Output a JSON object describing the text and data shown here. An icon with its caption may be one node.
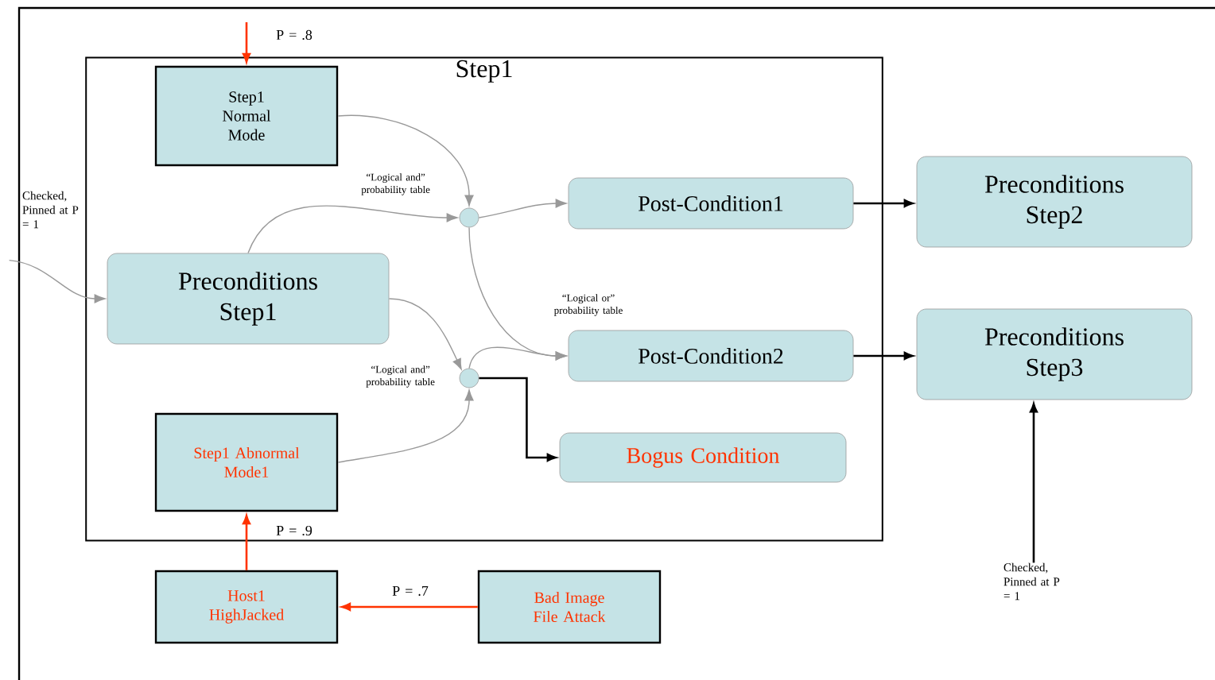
{
  "diagram": {
    "nodes": [
      {
        "text": [
          "Step1"
        ]
      },
      {
        "text": [
          "Step1 Normal Mode"
        ],
        "in": 0
      },
      {
        "text": [
          "Preconditions Step1"
        ],
        "in": 0
      },
      {
        "text": [
          "Step1 Abnormal Mode1"
        ],
        "in": 0
      },
      {
        "text": [],
        "shape": "circle",
        "in": 0,
        "beside": [
          "“Logical and” probability table"
        ]
      },
      {
        "text": [],
        "shape": "circle",
        "in": 0,
        "beside": [
          "“Logical and” probability table"
        ]
      },
      {
        "text": [
          "Post-Condition1"
        ],
        "in": 0
      },
      {
        "text": [
          "Post-Condition2"
        ],
        "in": 0
      },
      {
        "text": [
          "Bogus Condition"
        ],
        "in": 0
      },
      {
        "text": [
          "Preconditions Step2"
        ]
      },
      {
        "text": [
          "Preconditions Step3"
        ]
      },
      {
        "text": [
          "Host1 HighJacked"
        ]
      },
      {
        "text": [
          "Bad Image File Attack"
        ]
      },
      {
        "text": [
          "Checked, Pinned at P = 1"
        ]
      },
      {
        "text": [
          "Checked, Pinned at P = 1"
        ]
      }
    ],
    "edges": [
      {
        "from": null,
        "to": 1,
        "arrow": "to",
        "label": "P = .8",
        "color": "#ff3300"
      },
      {
        "from": 1,
        "to": 4,
        "arrow": "to",
        "color": "#999999"
      },
      {
        "from": 2,
        "to": 4,
        "arrow": "to",
        "color": "#999999"
      },
      {
        "from": 4,
        "to": 6,
        "arrow": "to",
        "color": "#999999"
      },
      {
        "from": 4,
        "to": 7,
        "arrow": "to",
        "label": "“Logical or” probability table",
        "color": "#999999"
      },
      {
        "from": 2,
        "to": 5,
        "arrow": "to",
        "color": "#999999"
      },
      {
        "from": 3,
        "to": 5,
        "arrow": "to",
        "color": "#999999"
      },
      {
        "from": 5,
        "to": 7,
        "arrow": "to",
        "color": "#999999"
      },
      {
        "from": 5,
        "to": 8,
        "arrow": "to",
        "color": "#000000"
      },
      {
        "from": 6,
        "to": 9,
        "arrow": "to",
        "color": "#000000"
      },
      {
        "from": 7,
        "to": 10,
        "arrow": "to",
        "color": "#000000"
      },
      {
        "from": 13,
        "to": 2,
        "arrow": "to",
        "color": "#999999"
      },
      {
        "from": 14,
        "to": 10,
        "arrow": "to",
        "color": "#000000"
      },
      {
        "from": 11,
        "to": 3,
        "arrow": "to",
        "label": "P = .9",
        "color": "#ff3300"
      },
      {
        "from": 12,
        "to": 11,
        "arrow": "to",
        "label": "P = .7",
        "color": "#ff3300"
      }
    ]
  }
}
